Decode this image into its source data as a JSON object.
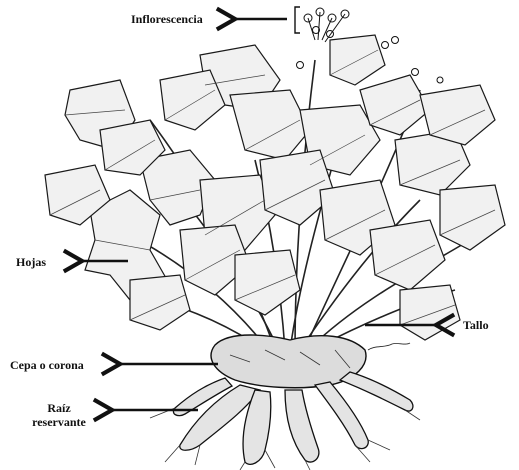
{
  "labels": {
    "inflorescencia": "Inflorescencia",
    "hojas": "Hojas",
    "tallo": "Tallo",
    "cepa": "Cepa o corona",
    "raiz_line1": "Raíz",
    "raiz_line2": "reservante"
  },
  "colors": {
    "ink": "#111111",
    "paper": "#ffffff",
    "leaf_fill": "#f1f1f1",
    "root_fill": "#e4e4e4"
  }
}
